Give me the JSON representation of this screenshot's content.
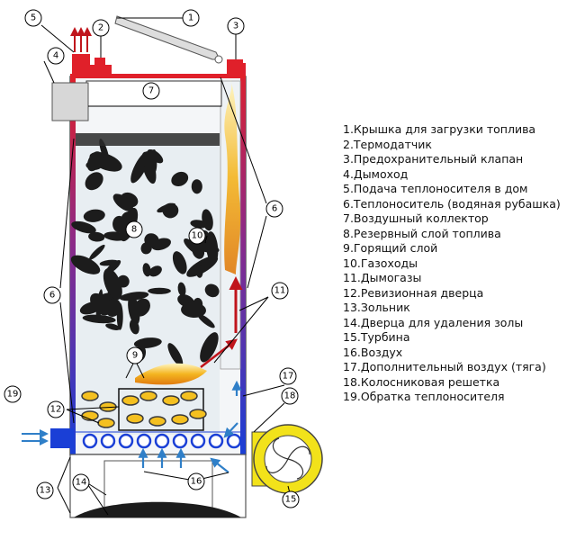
{
  "callout_numbers": [
    "1",
    "2",
    "3",
    "4",
    "5",
    "6",
    "6",
    "7",
    "8",
    "9",
    "10",
    "11",
    "12",
    "13",
    "14",
    "15",
    "16",
    "17",
    "18",
    "19"
  ],
  "legend": [
    "1.Крышка для загрузки топлива",
    "2.Термодатчик",
    "3.Предохранительный клапан",
    "4.Дымоход",
    "5.Подача теплоносителя в дом",
    "6.Теплоноситель (водяная рубашка)",
    "7.Воздушный коллектор",
    "8.Резервный слой топлива",
    "9.Горящий слой",
    "10.Газоходы",
    "11.Дымогазы",
    "12.Ревизионная дверца",
    "13.Зольник",
    "14.Дверца для удаления золы",
    "15.Турбина",
    "16.Воздух",
    "17.Дополнительный воздух (тяга)",
    "18.Колосниковая решетка",
    "19.Обратка теплоносителя"
  ],
  "colors": {
    "hot_water": "#e0202a",
    "cold_water": "#1a3fd6",
    "chamber": "#e8eef2",
    "fuel": "#1c1c1c",
    "flame": "#f4b520",
    "turbine": "#f2e21a",
    "air": "#2f7fc8"
  }
}
